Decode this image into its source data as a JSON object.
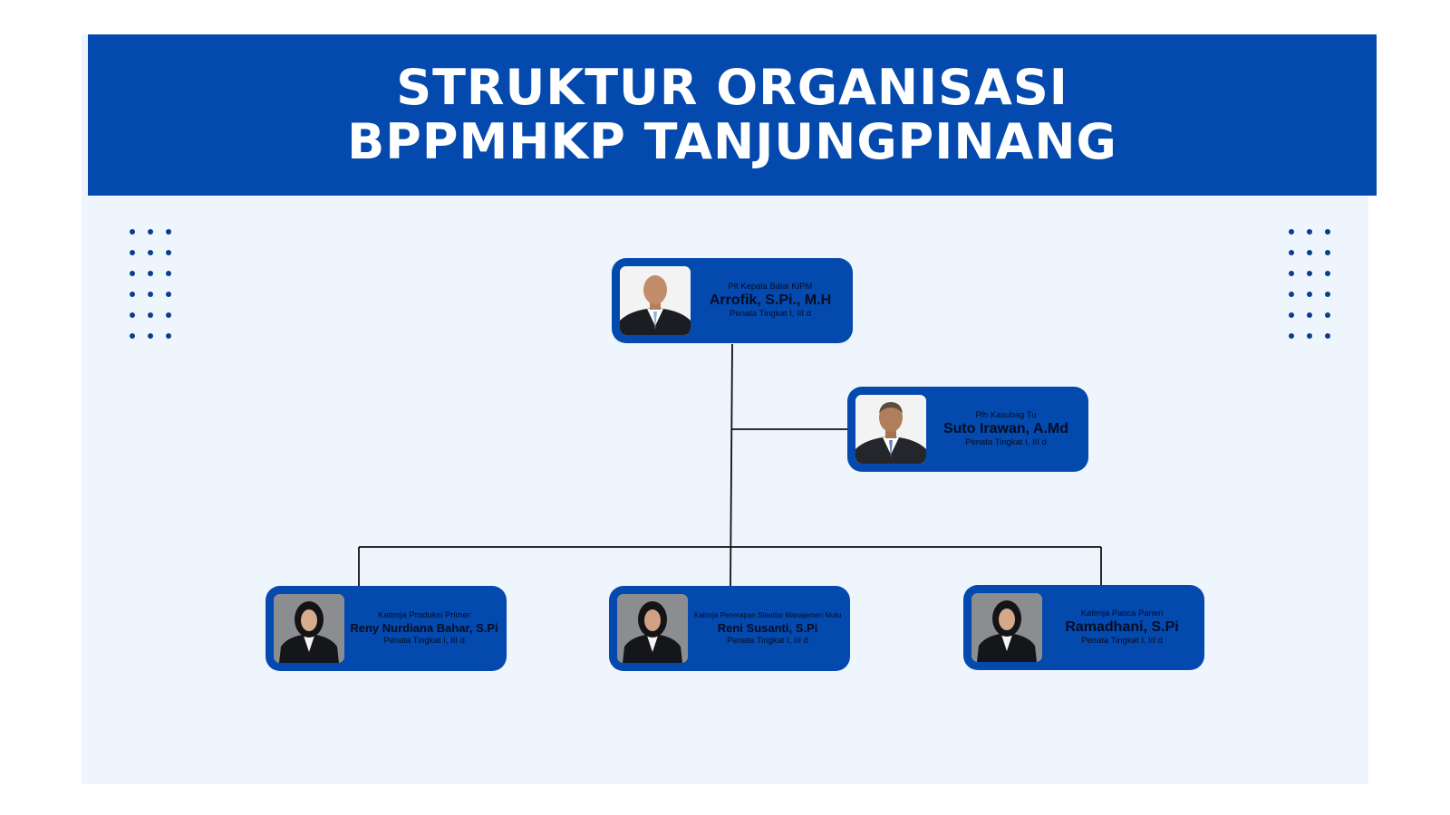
{
  "header": {
    "title_line1": "STRUKTUR ORGANISASI",
    "title_line2": "BPPMHKP TANJUNGPINANG"
  },
  "colors": {
    "primary_blue": "#0449ad",
    "background": "#eef5fc",
    "dot_color": "#0b3d8c",
    "text_dark": "#050d24"
  },
  "members": [
    {
      "role": "Plt Kepala Balai KIPM",
      "name": "Arrofik, S.Pi., M.H",
      "rank": "Penata Tingkat I, III d",
      "photo_icon": "man-portrait-icon"
    },
    {
      "role": "Plh Kasubag Tu",
      "name": "Suto Irawan, A.Md",
      "rank": "Penata Tingkat I, III d",
      "photo_icon": "man-portrait-icon"
    },
    {
      "role": "Katimja Produksi Primer",
      "name": "Reny Nurdiana Bahar, S.Pi",
      "rank": "Penata Tingkat I, III d",
      "photo_icon": "woman-hijab-portrait-icon"
    },
    {
      "role": "Katimja Penerapan Standar Manajemen Mutu",
      "name": "Reni Susanti, S.Pi",
      "rank": "Penata Tingkat I, III d",
      "photo_icon": "woman-hijab-portrait-icon"
    },
    {
      "role": "Katimja Pasca Panen",
      "name": "Ramadhani, S.Pi",
      "rank": "Penata Tingkat I, III d",
      "photo_icon": "woman-hijab-portrait-icon"
    }
  ]
}
